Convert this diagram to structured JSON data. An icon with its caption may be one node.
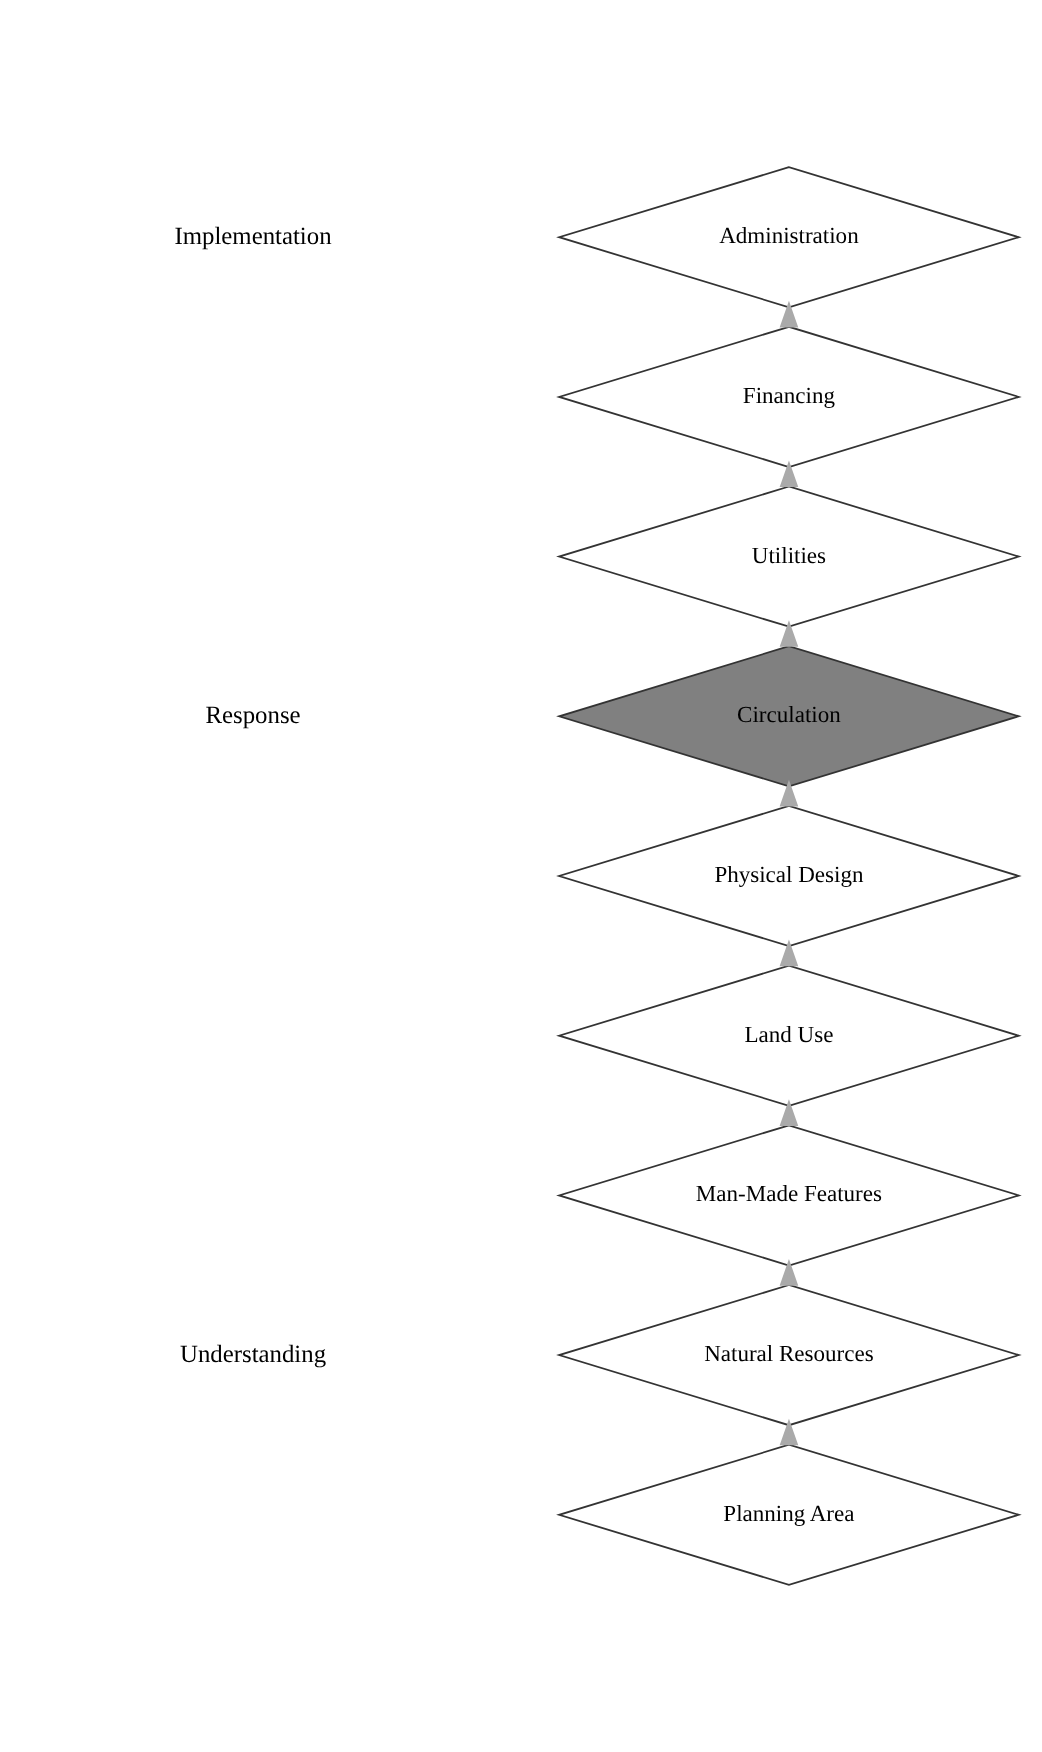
{
  "diagram": {
    "nodes": [
      {
        "text": [
          "Administration"
        ]
      },
      {
        "text": [
          "Financing"
        ]
      },
      {
        "text": [
          "Utilities"
        ]
      },
      {
        "text": [
          "Circulation"
        ]
      },
      {
        "text": [
          "Physical Design"
        ]
      },
      {
        "text": [
          "Land Use"
        ]
      },
      {
        "text": [
          "Man-Made Features"
        ]
      },
      {
        "text": [
          "Natural Resources"
        ]
      },
      {
        "text": [
          "Planning Area"
        ]
      }
    ],
    "edges": [
      {
        "from": 8,
        "to": 7,
        "arrow": "to"
      },
      {
        "from": 7,
        "to": 6,
        "arrow": "to"
      },
      {
        "from": 6,
        "to": 5,
        "arrow": "to"
      },
      {
        "from": 5,
        "to": 4,
        "arrow": "to"
      },
      {
        "from": 4,
        "to": 3,
        "arrow": "to"
      },
      {
        "from": 3,
        "to": 2,
        "arrow": "to"
      },
      {
        "from": 2,
        "to": 1,
        "arrow": "to"
      },
      {
        "from": 1,
        "to": 0,
        "arrow": "to"
      }
    ],
    "labels": [
      "Implementation",
      "Response",
      "Understanding"
    ]
  }
}
